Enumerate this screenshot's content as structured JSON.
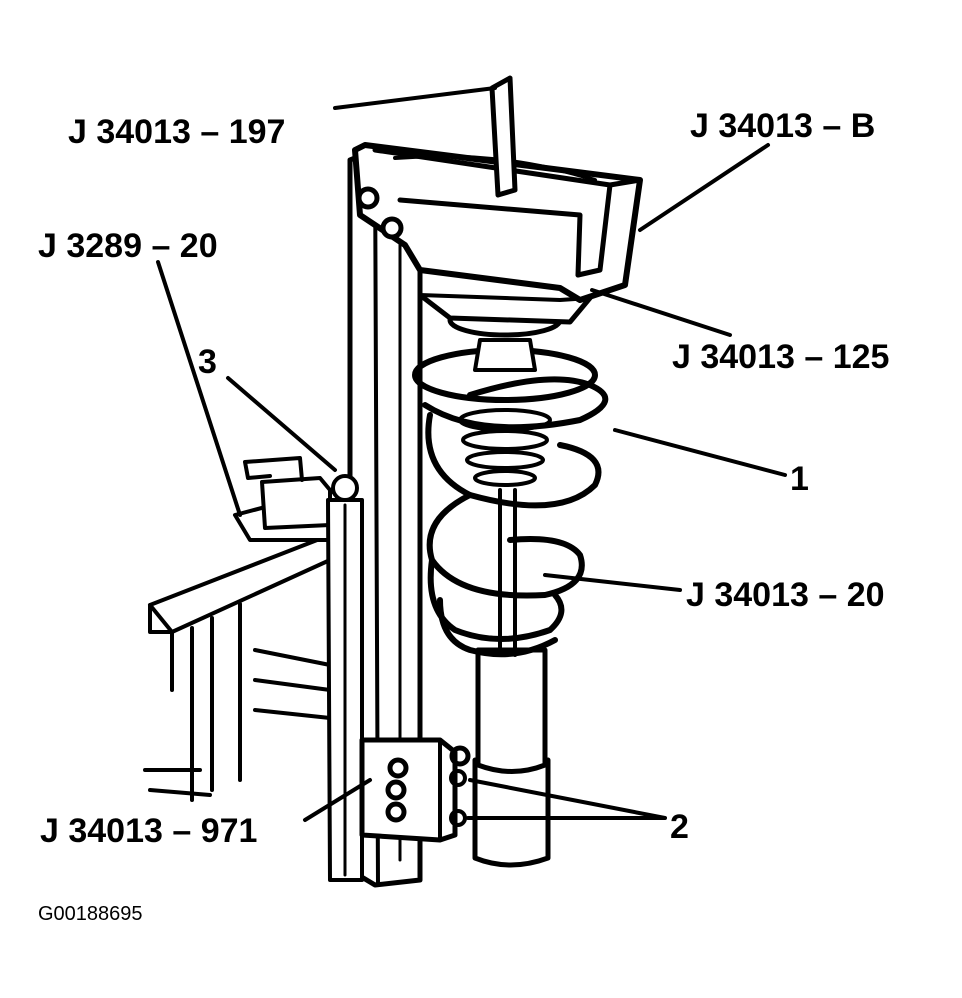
{
  "figure_id": "G00188695",
  "colors": {
    "ink": "#000000",
    "paper": "#ffffff"
  },
  "callouts": {
    "tool_197": "J 34013 – 197",
    "tool_b": "J 34013 – B",
    "tool_3289_20": "J 3289 – 20",
    "item_3": "3",
    "tool_125": "J 34013 – 125",
    "item_1": "1",
    "tool_20": "J 34013 – 20",
    "tool_971": "J 34013 – 971",
    "item_2": "2"
  }
}
